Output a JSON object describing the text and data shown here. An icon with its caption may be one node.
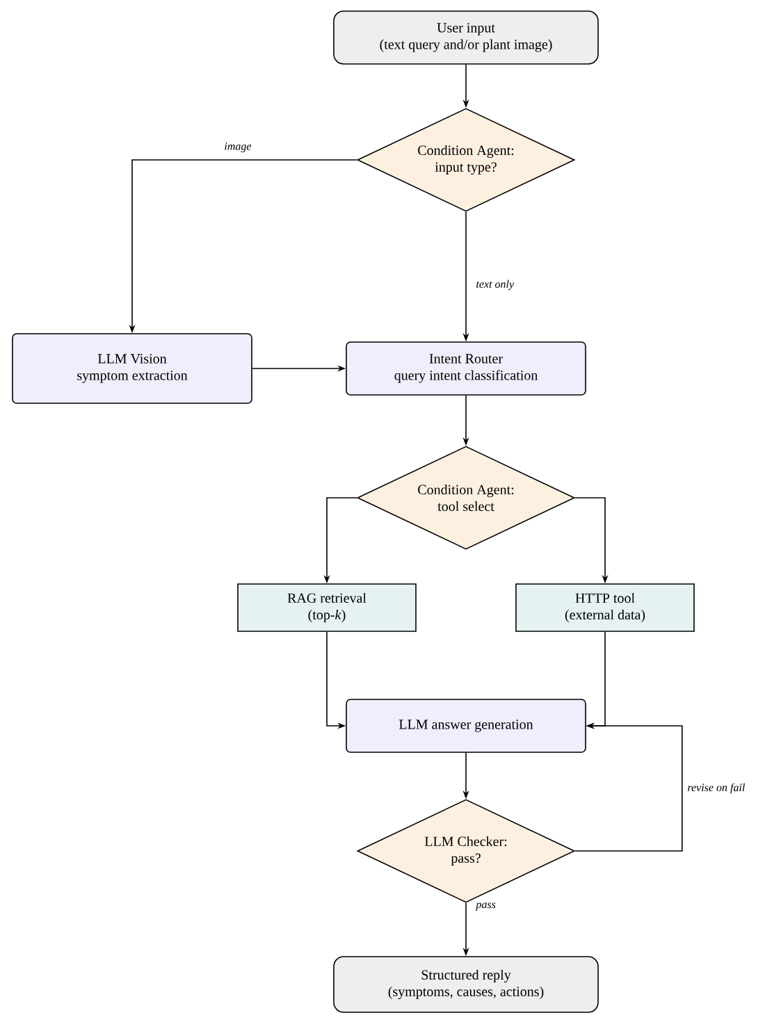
{
  "diagram": {
    "nodes": [
      {
        "text": [
          "User input",
          "(text query and/or plant image)"
        ]
      },
      {
        "text": [
          "Condition Agent:",
          "input type?"
        ]
      },
      {
        "text": [
          "LLM Vision",
          "symptom extraction"
        ]
      },
      {
        "text": [
          "Intent Router",
          "query intent classification"
        ]
      },
      {
        "text": [
          "Condition Agent:",
          "tool select"
        ]
      },
      {
        "text": [
          "RAG retrieval",
          "(top-*k*)"
        ]
      },
      {
        "text": [
          "HTTP tool",
          "(external data)"
        ]
      },
      {
        "text": [
          "LLM answer generation"
        ]
      },
      {
        "text": [
          "LLM Checker:",
          "pass?"
        ]
      },
      {
        "text": [
          "Structured reply",
          "(symptoms, causes, actions)"
        ]
      }
    ],
    "edges": [
      {
        "from": 0,
        "to": 1,
        "arrow": "to"
      },
      {
        "from": 1,
        "to": 2,
        "arrow": "to",
        "label": "image"
      },
      {
        "from": 1,
        "to": 3,
        "arrow": "to",
        "label": "text only"
      },
      {
        "from": 2,
        "to": 3,
        "arrow": "to"
      },
      {
        "from": 3,
        "to": 4,
        "arrow": "to"
      },
      {
        "from": 4,
        "to": 5,
        "arrow": "to"
      },
      {
        "from": 4,
        "to": 6,
        "arrow": "to"
      },
      {
        "from": 5,
        "to": 7,
        "arrow": "to"
      },
      {
        "from": 6,
        "to": 7,
        "arrow": "to"
      },
      {
        "from": 7,
        "to": 8,
        "arrow": "to"
      },
      {
        "from": 8,
        "to": 7,
        "arrow": "to",
        "label": "revise on fail"
      },
      {
        "from": 8,
        "to": 9,
        "arrow": "to",
        "label": "pass"
      }
    ]
  }
}
